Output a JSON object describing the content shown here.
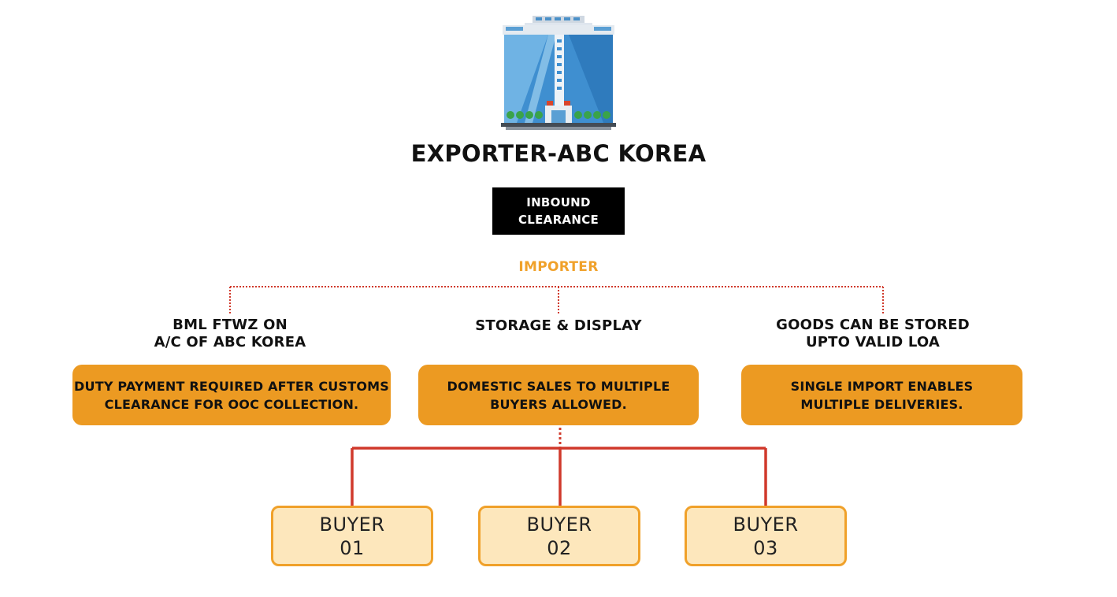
{
  "exporter": {
    "title": "EXPORTER-ABC KOREA"
  },
  "inbound": {
    "line1": "INBOUND",
    "line2": "CLEARANCE"
  },
  "importer": {
    "label": "IMPORTER"
  },
  "columns": [
    {
      "head1": "BML FTWZ ON",
      "head2": "A/C OF ABC KOREA",
      "box1": "DUTY PAYMENT REQUIRED AFTER CUSTOMS",
      "box2": "CLEARANCE FOR OOC COLLECTION."
    },
    {
      "head1": "STORAGE & DISPLAY",
      "head2": "",
      "box1": "DOMESTIC SALES TO MULTIPLE",
      "box2": "BUYERS ALLOWED."
    },
    {
      "head1": "GOODS CAN BE STORED",
      "head2": "UPTO VALID LOA",
      "box1": "SINGLE IMPORT ENABLES",
      "box2": "MULTIPLE DELIVERIES."
    }
  ],
  "buyers": [
    {
      "line1": "BUYER",
      "line2": "01"
    },
    {
      "line1": "BUYER",
      "line2": "02"
    },
    {
      "line1": "BUYER",
      "line2": "03"
    }
  ],
  "colors": {
    "orange_box": "#ec9a22",
    "importer_text": "#f0a12a",
    "connector_red": "#d0392b",
    "buyer_fill": "#fde7bc"
  },
  "icons": {
    "building": "office-building-icon"
  }
}
